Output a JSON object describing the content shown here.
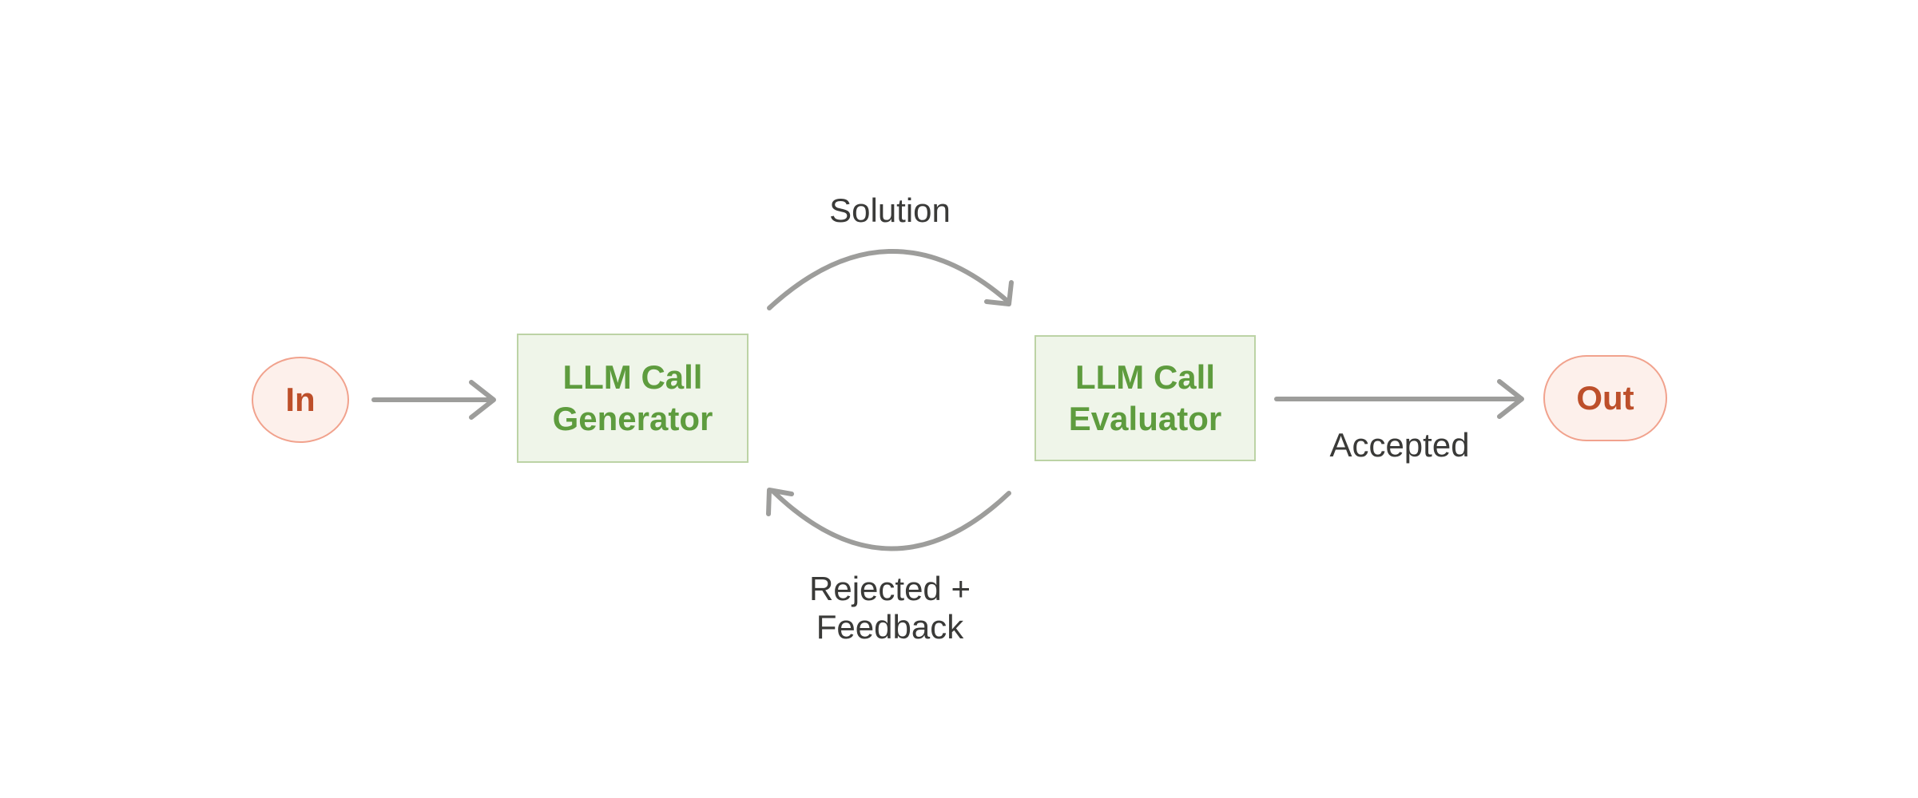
{
  "nodes": {
    "in": {
      "label": "In"
    },
    "generator": {
      "line1": "LLM Call",
      "line2": "Generator"
    },
    "evaluator": {
      "line1": "LLM Call",
      "line2": "Evaluator"
    },
    "out": {
      "label": "Out"
    }
  },
  "edges": {
    "solution": {
      "label": "Solution"
    },
    "rejected_feedback": {
      "line1": "Rejected +",
      "line2": "Feedback"
    },
    "accepted": {
      "label": "Accepted"
    }
  },
  "colors": {
    "green_text": "#5e9c3e",
    "green_border": "#bcd3a5",
    "green_fill": "#eff5e9",
    "salmon_border": "#f1a28d",
    "pink_fill": "#fdf0eb",
    "rust_text": "#bd4f2a",
    "arrow_gray": "#9d9d9b",
    "label_text": "#3a3a38",
    "background": "#ffffff"
  }
}
